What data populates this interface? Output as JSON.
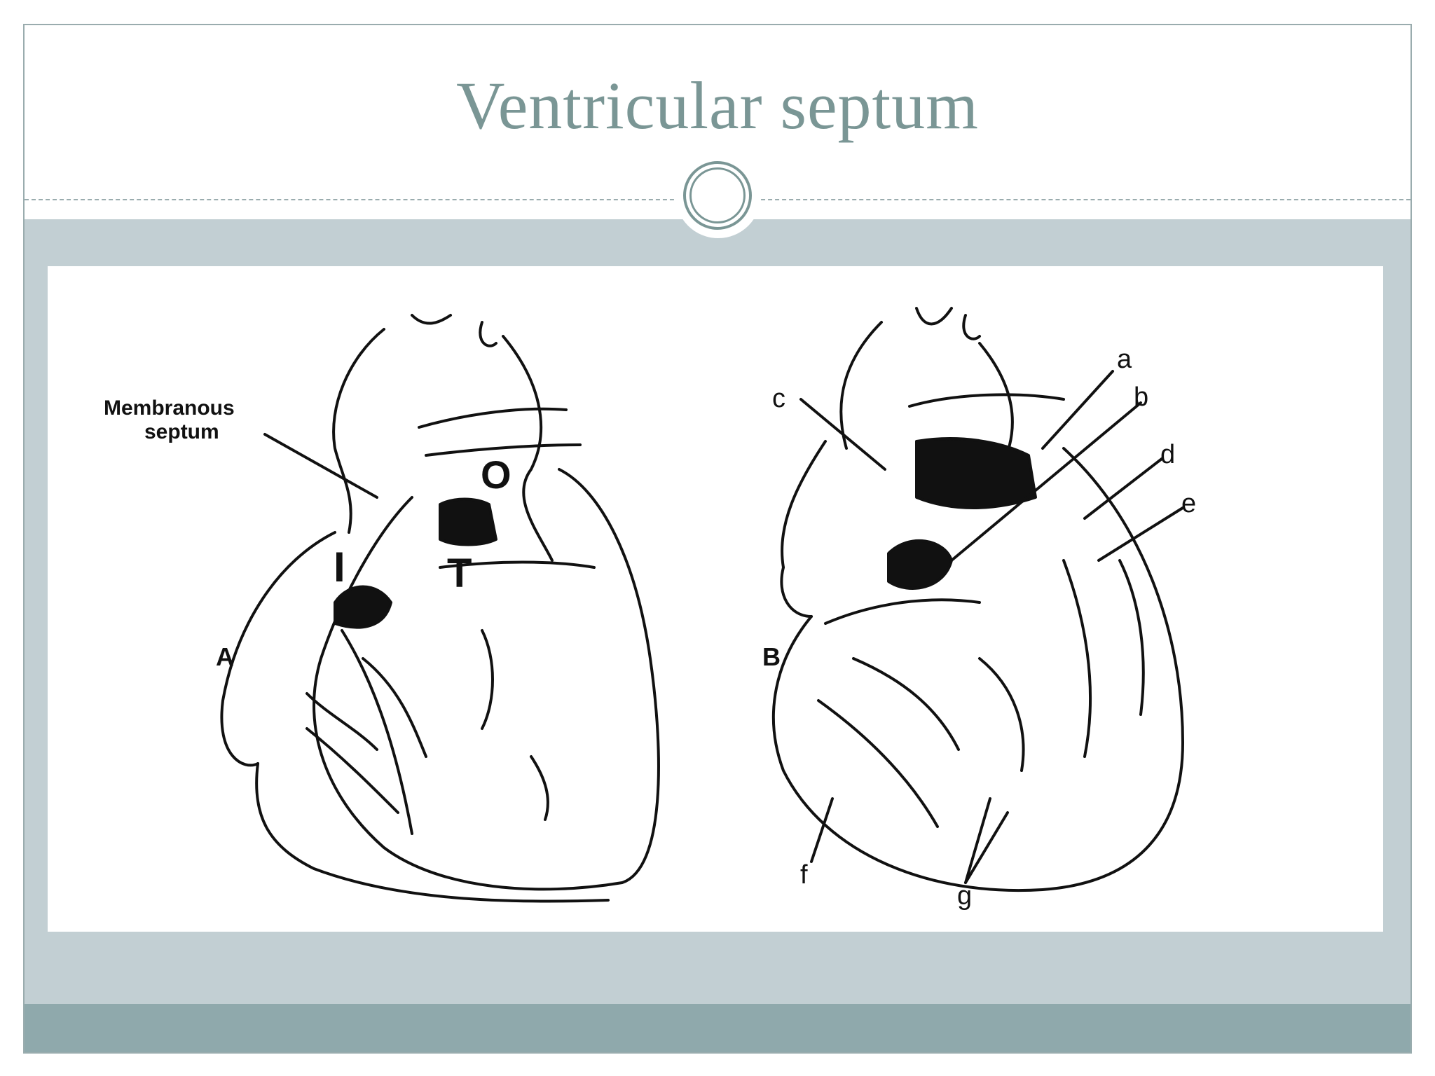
{
  "slide": {
    "title": "Ventricular septum"
  },
  "figure": {
    "panel_a": {
      "panel_label": "A",
      "callout_line1": "Membranous",
      "callout_line2": "septum",
      "region_labels": [
        "O",
        "I",
        "T"
      ]
    },
    "panel_b": {
      "panel_label": "B",
      "callout_letters": [
        "a",
        "b",
        "c",
        "d",
        "e",
        "f",
        "g"
      ]
    }
  },
  "colors": {
    "title": "#7a9695",
    "content_band": "#c2cfd3",
    "footer_band": "#8fa9ac",
    "ornament": "#7a9695"
  }
}
